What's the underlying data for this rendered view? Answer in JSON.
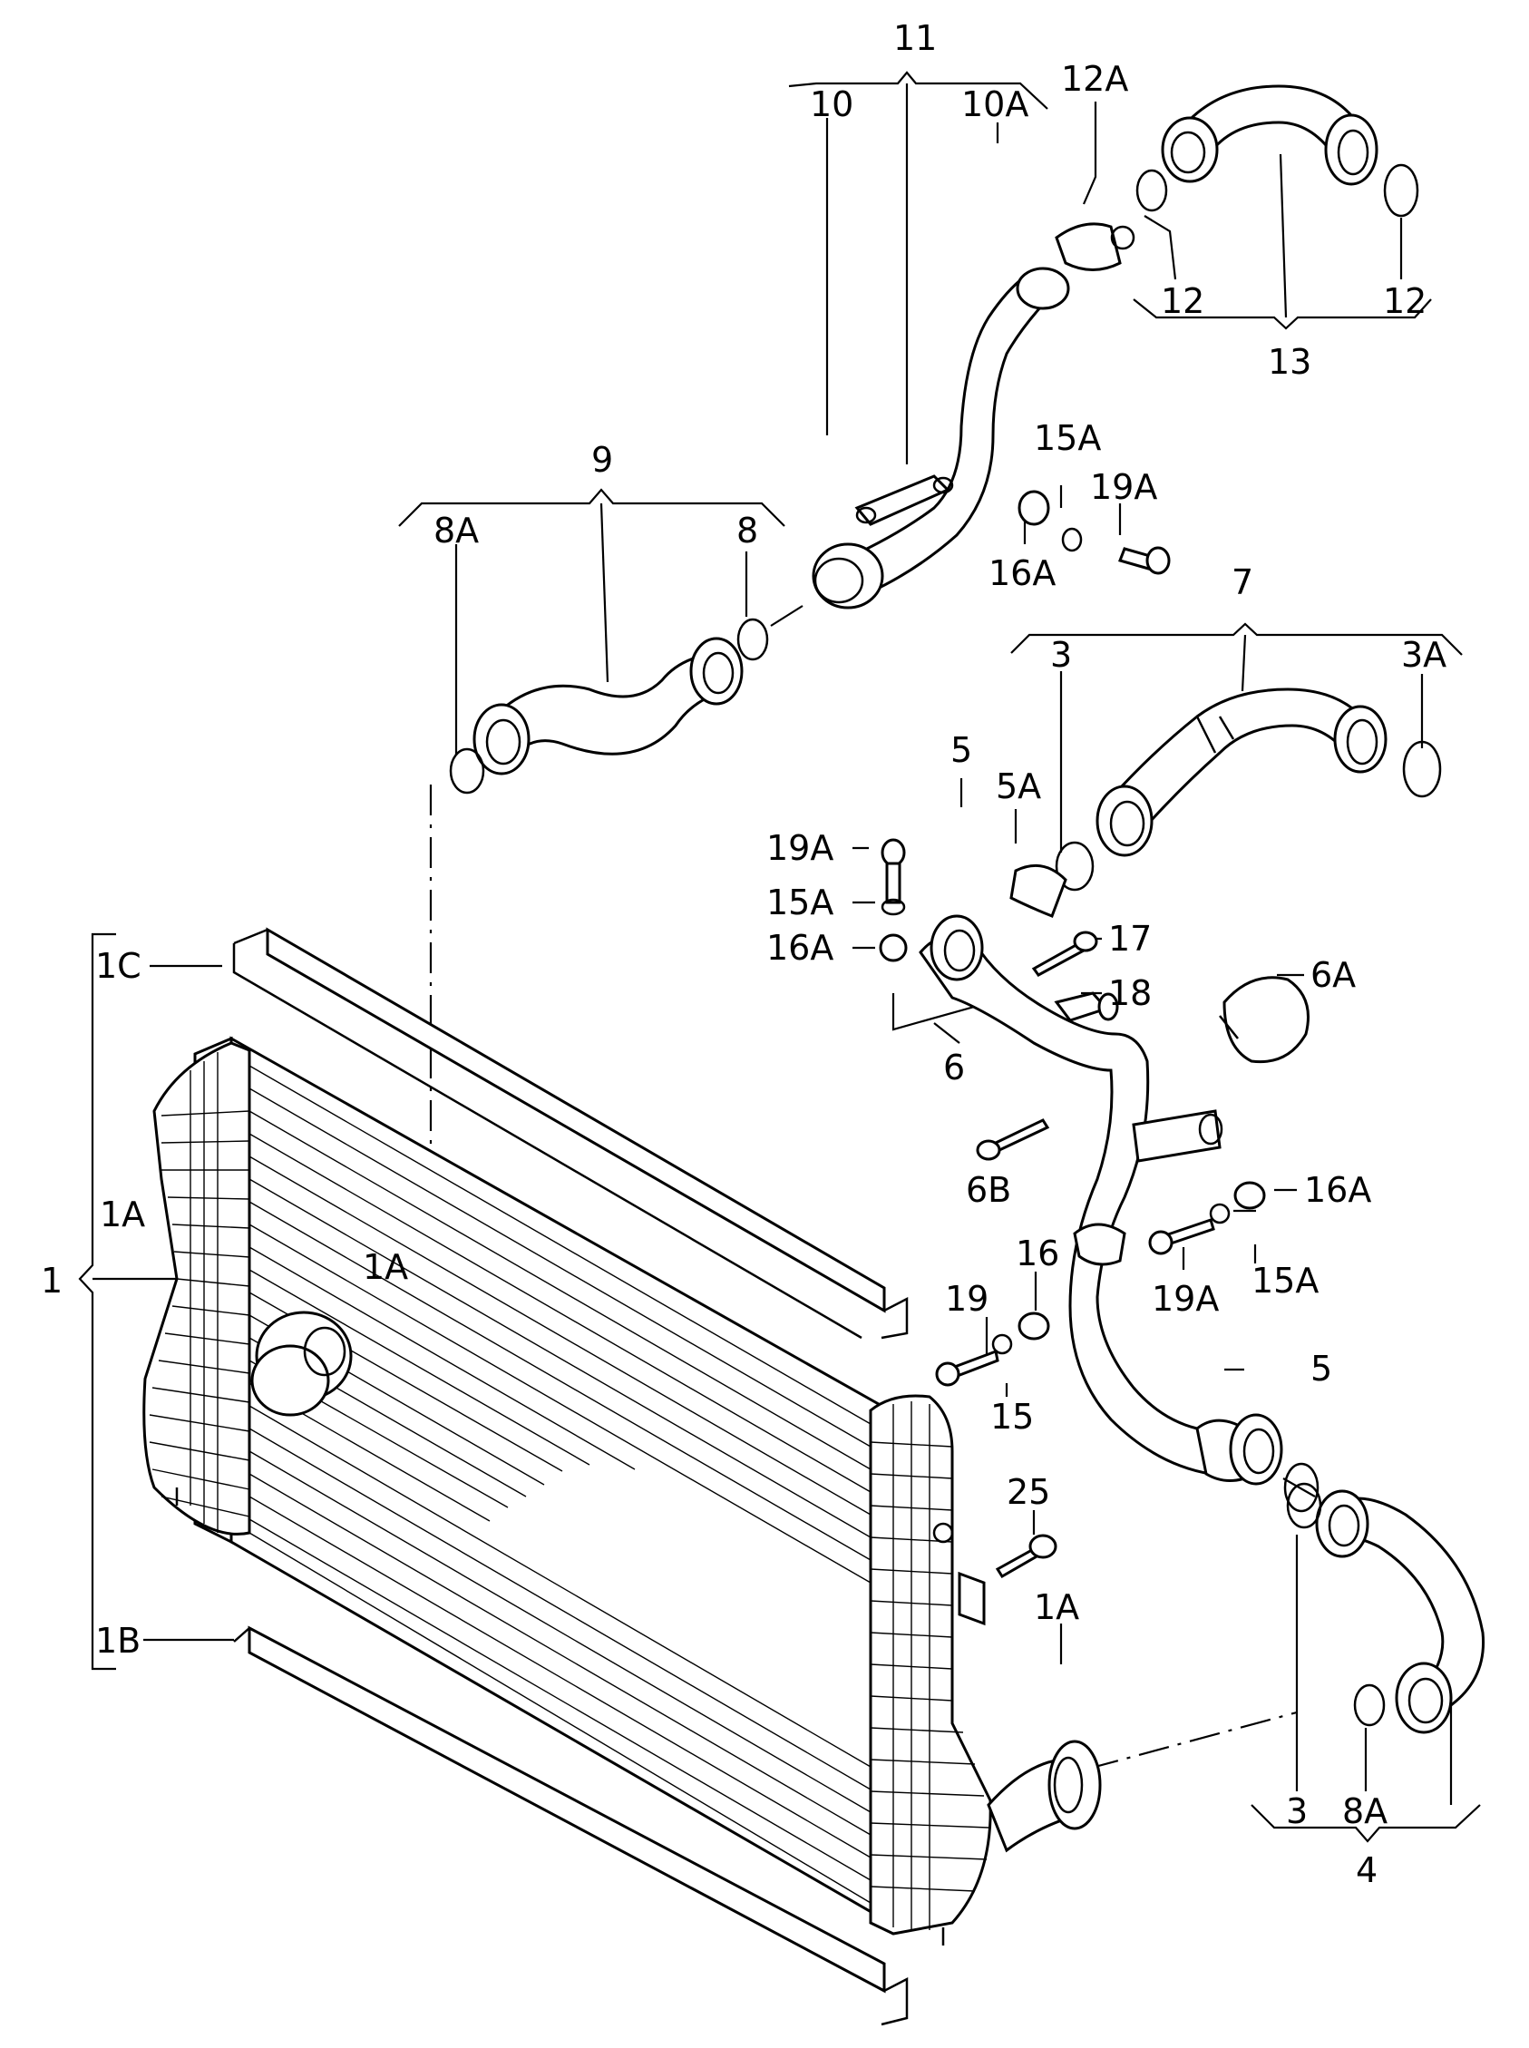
{
  "diagram": {
    "labels": {
      "l11": "11",
      "l10": "10",
      "l10a": "10A",
      "l12a": "12A",
      "l12_left": "12",
      "l12_right": "12",
      "l13": "13",
      "l9": "9",
      "l8a_top": "8A",
      "l8_top": "8",
      "l15a_top": "15A",
      "l19a_top": "19A",
      "l16a_top": "16A",
      "l7": "7",
      "l3_top": "3",
      "l3a": "3A",
      "l5_top": "5",
      "l5a": "5A",
      "l19a_mid": "19A",
      "l15a_mid": "15A",
      "l16a_mid": "16A",
      "l1c": "1C",
      "l17": "17",
      "l18": "18",
      "l6a": "6A",
      "l6": "6",
      "l6b": "6B",
      "l1a_side": "1A",
      "l1": "1",
      "l1a_ring": "1A",
      "l16a_right": "16A",
      "l16": "16",
      "l19": "19",
      "l19a_right": "19A",
      "l15a_right": "15A",
      "l5_bottom": "5",
      "l15": "15",
      "l25": "25",
      "l1b": "1B",
      "l1a_bottom": "1A",
      "l3_bottom": "3",
      "l8a_bottom": "8A",
      "l4": "4"
    }
  }
}
